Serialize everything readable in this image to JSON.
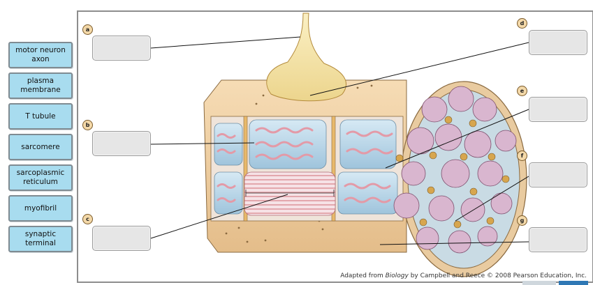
{
  "labels": [
    {
      "text": "motor neuron axon"
    },
    {
      "text": "plasma membrane"
    },
    {
      "text": "T tubule"
    },
    {
      "text": "sarcomere"
    },
    {
      "text": "sarcoplasmic reticulum"
    },
    {
      "text": "myofibril"
    },
    {
      "text": "synaptic terminal"
    }
  ],
  "targets": [
    {
      "letter": "a"
    },
    {
      "letter": "b"
    },
    {
      "letter": "c"
    },
    {
      "letter": "d"
    },
    {
      "letter": "e"
    },
    {
      "letter": "f"
    },
    {
      "letter": "g"
    }
  ],
  "credit": {
    "prefix": "Adapted from ",
    "book": "Biology",
    "suffix": " by Campbell and Reece © 2008 Pearson Education, Inc."
  },
  "colors": {
    "tile_fill": "#a8dcef",
    "tile_border": "#7f8b92",
    "target_fill": "#e6e6e6",
    "badge_fill": "#f3d8a8",
    "membrane": "#f0d2a8",
    "sr_blue": "#bcd9ea",
    "myofibril_pink": "#d9b6cf",
    "nerve_terminal": "#f3e2a8"
  }
}
